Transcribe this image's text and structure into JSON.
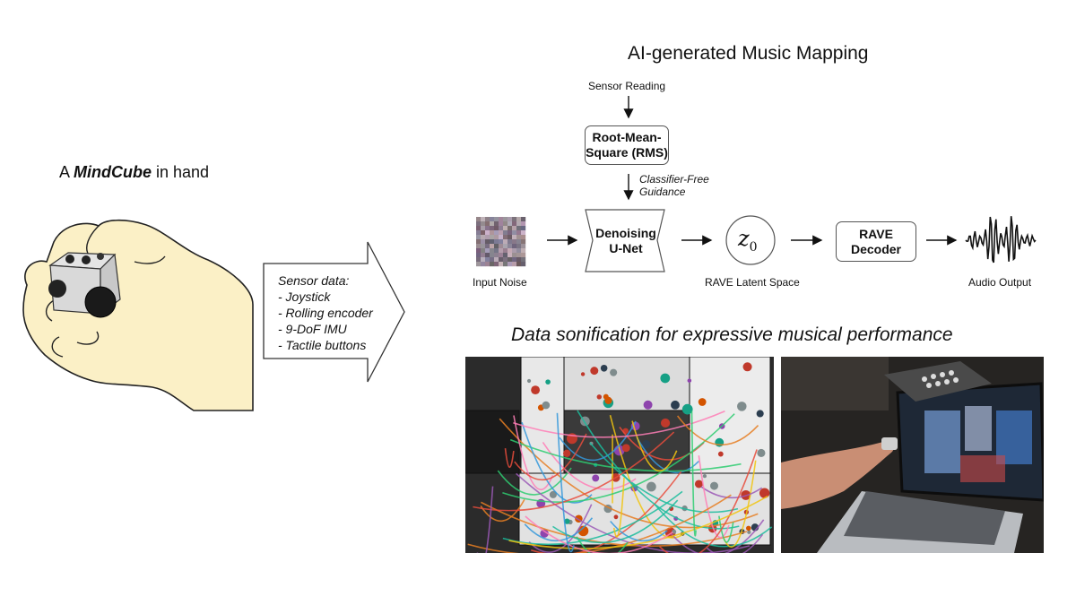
{
  "left": {
    "title_prefix": "A ",
    "title_emphasis": "MindCube",
    "title_suffix": " in hand",
    "sensor_header": "Sensor data:",
    "sensor_items": [
      "- Joystick",
      "- Rolling encoder",
      "- 9-DoF IMU",
      "- Tactile buttons"
    ]
  },
  "pipeline": {
    "title": "AI-generated Music Mapping",
    "sensor_reading": "Sensor Reading",
    "rms_line1": "Root-Mean-",
    "rms_line2": "Square (RMS)",
    "cfg_line1": "Classifier-Free",
    "cfg_line2": "Guidance",
    "unet_line1": "Denoising",
    "unet_line2": "U-Net",
    "latent_symbol": "z",
    "latent_subscript": "0",
    "decoder_line1": "RAVE",
    "decoder_line2": "Decoder",
    "input_noise_label": "Input Noise",
    "latent_label": "RAVE Latent Space",
    "audio_label": "Audio Output"
  },
  "bottom": {
    "title": "Data sonification for expressive musical performance"
  },
  "colors": {
    "hand_fill": "#fbf0c6",
    "rack_bg": "#2a2a2a",
    "room_bg": "#1c1c1c"
  }
}
